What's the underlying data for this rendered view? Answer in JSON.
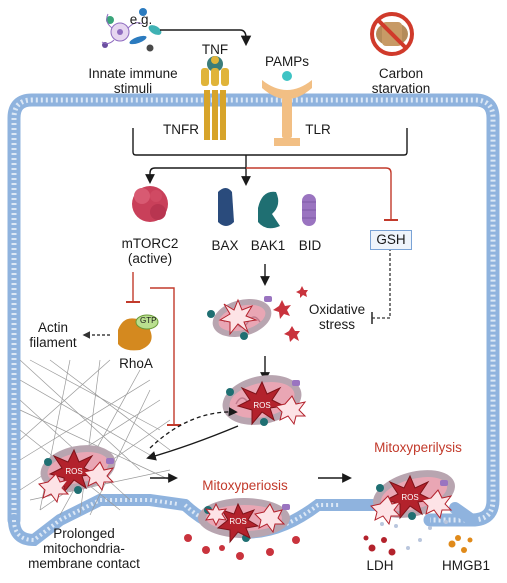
{
  "labels": {
    "eg": "e.g.",
    "tnf": "TNF",
    "pamps": "PAMPs",
    "innate_line1": "Innate immune",
    "innate_line2": "stimuli",
    "carbon_line1": "Carbon",
    "carbon_line2": "starvation",
    "tnfr": "TNFR",
    "tlr": "TLR",
    "mtorc2_line1": "mTORC2",
    "mtorc2_line2": "(active)",
    "bax": "BAX",
    "bak1": "BAK1",
    "bid": "BID",
    "gsh": "GSH",
    "gtp": "GTP",
    "rhoa": "RhoA",
    "actin_line1": "Actin",
    "actin_line2": "filament",
    "oxidative_line1": "Oxidative",
    "oxidative_line2": "stress",
    "ros": "ROS",
    "mitoxyperiosis": "Mitoxyperiosis",
    "mitoxyperilysis": "Mitoxyperilysis",
    "prolonged_line1": "Prolonged",
    "prolonged_line2": "mitochondria-",
    "prolonged_line3": "membrane contact",
    "ldh": "LDH",
    "hmgb1": "HMGB1"
  },
  "colors": {
    "membrane": "#9fbfe3",
    "membrane_dark": "#6f98c9",
    "inhibition_red": "#c23a2b",
    "mtorc2": "#c9405a",
    "bax": "#2a4b7c",
    "bak1": "#1f6f72",
    "bid": "#9a74c0",
    "rhoa": "#d4891f",
    "gtp": "#b9df8f",
    "tnfr": "#e0b43a",
    "tlr": "#f2bf84",
    "mito_outer": "#b8a5b0",
    "mito_inner": "#e9a6b4",
    "ros_burst": "#b3222c",
    "text_red": "#c23a2b",
    "ldh": "#b3222c",
    "hmgb1": "#e08a1a"
  },
  "icons": [
    "microbes-icon",
    "no-food-icon",
    "tnfr-receptor-icon",
    "tlr-receptor-icon",
    "mtorc2-protein-icon",
    "bax-protein-icon",
    "bak1-protein-icon",
    "bid-protein-icon",
    "rhoa-protein-icon",
    "mitochondrion-icon",
    "ros-burst-icon",
    "actin-mesh-icon"
  ]
}
